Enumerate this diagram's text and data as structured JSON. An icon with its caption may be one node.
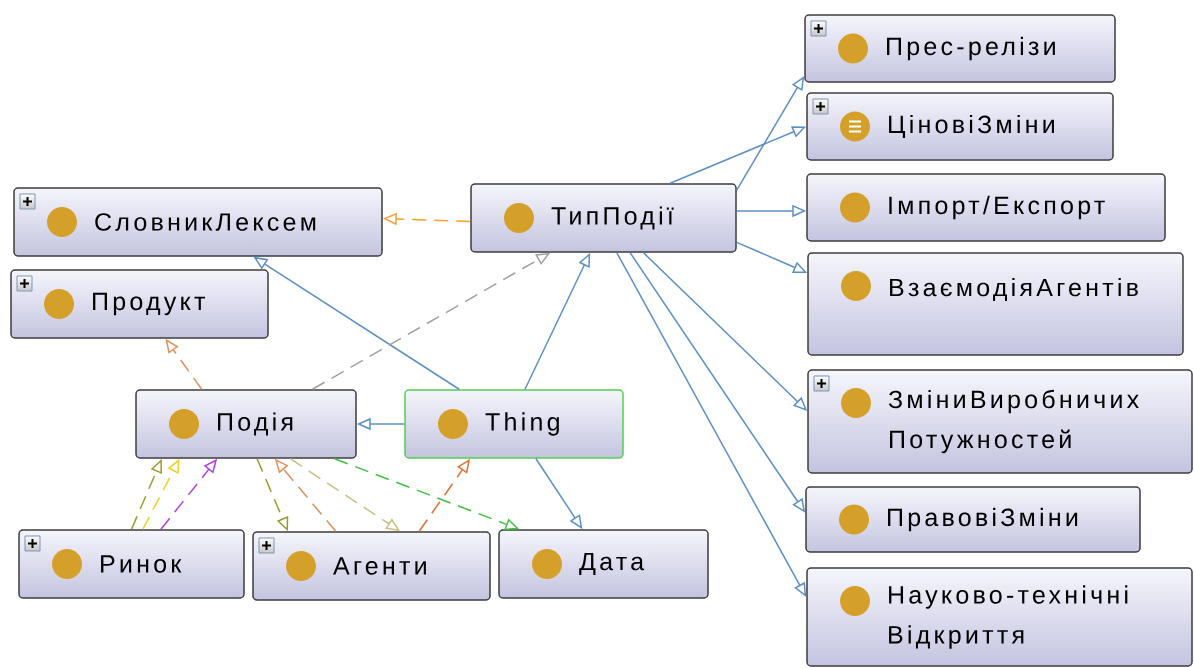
{
  "diagram": {
    "nodes": [
      {
        "text": [
          "Прес-релізи"
        ]
      },
      {
        "text": [
          "ЦіновіЗміни"
        ]
      },
      {
        "text": [
          "СловникЛексем"
        ]
      },
      {
        "text": [
          "ТипПодії"
        ]
      },
      {
        "text": [
          "Імпорт/Експорт"
        ]
      },
      {
        "text": [
          "Продукт"
        ]
      },
      {
        "text": [
          "ВзаємодіяАгентів"
        ]
      },
      {
        "text": [
          "Подія"
        ]
      },
      {
        "text": [
          "Thing"
        ]
      },
      {
        "text": [
          "ЗміниВиробничих Потужностей"
        ]
      },
      {
        "text": [
          "ПравовіЗміни"
        ]
      },
      {
        "text": [
          "Ринок"
        ]
      },
      {
        "text": [
          "Агенти"
        ]
      },
      {
        "text": [
          "Дата"
        ]
      },
      {
        "text": [
          "Науково-технічні Відкриття"
        ]
      }
    ],
    "edges": [
      {
        "from": 8,
        "to": 2,
        "arrow": "to"
      },
      {
        "from": 8,
        "to": 7,
        "arrow": "to"
      },
      {
        "from": 8,
        "to": 3,
        "arrow": "to"
      },
      {
        "from": 8,
        "to": 13,
        "arrow": "to"
      },
      {
        "from": 3,
        "to": 0,
        "arrow": "to"
      },
      {
        "from": 3,
        "to": 1,
        "arrow": "to"
      },
      {
        "from": 3,
        "to": 4,
        "arrow": "to"
      },
      {
        "from": 3,
        "to": 6,
        "arrow": "to"
      },
      {
        "from": 3,
        "to": 9,
        "arrow": "to"
      },
      {
        "from": 3,
        "to": 10,
        "arrow": "to"
      },
      {
        "from": 3,
        "to": 14,
        "arrow": "to"
      },
      {
        "from": 3,
        "to": 2,
        "arrow": "to",
        "style": "dashed",
        "color": "#f5a030"
      },
      {
        "from": 7,
        "to": 3,
        "arrow": "to",
        "style": "dashed",
        "color": "#a0a0a0"
      },
      {
        "from": 7,
        "to": 5,
        "arrow": "to",
        "style": "dashed",
        "color": "#e0905a"
      },
      {
        "from": 11,
        "to": 7,
        "arrow": "to",
        "style": "dashed",
        "color": "#9a9a30"
      },
      {
        "from": 11,
        "to": 7,
        "arrow": "to",
        "style": "dashed",
        "color": "#f0d020"
      },
      {
        "from": 11,
        "to": 7,
        "arrow": "to",
        "style": "dashed",
        "color": "#b040e0"
      },
      {
        "from": 7,
        "to": 12,
        "arrow": "to",
        "style": "dashed",
        "color": "#9a9a30"
      },
      {
        "from": 12,
        "to": 7,
        "arrow": "to",
        "style": "dashed",
        "color": "#e0905a"
      },
      {
        "from": 7,
        "to": 12,
        "arrow": "to",
        "style": "dashed",
        "color": "#c8c080"
      },
      {
        "from": 12,
        "to": 8,
        "arrow": "to",
        "style": "dashed",
        "color": "#e07030"
      },
      {
        "from": 7,
        "to": 13,
        "arrow": "to",
        "style": "dashed",
        "color": "#40c040"
      }
    ]
  }
}
